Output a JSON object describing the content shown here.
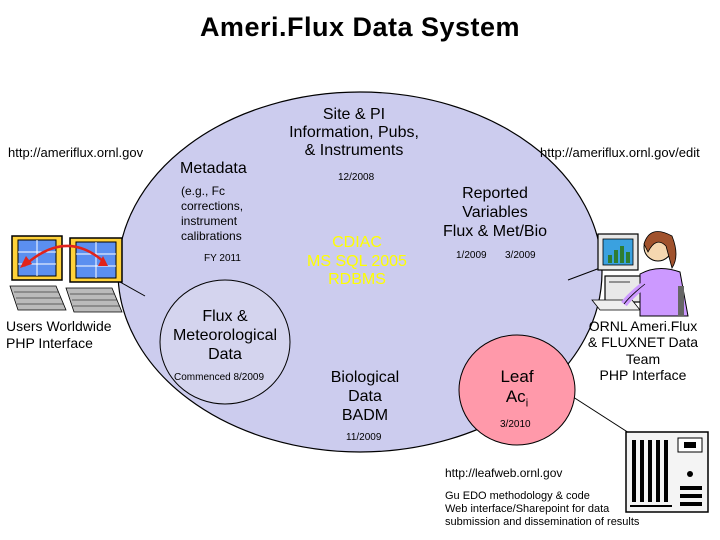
{
  "title": "Ameri.Flux Data System",
  "urls": {
    "left": "http://ameriflux.ornl.gov",
    "right": "http://ameriflux.ornl.gov/edit",
    "leafweb": "http://leafweb.ornl.gov"
  },
  "metadata": {
    "title": "Metadata",
    "desc": [
      "(e.g., Fc",
      "corrections,",
      "instrument",
      "calibrations"
    ],
    "date": "FY 2011"
  },
  "site_pi": {
    "lines": [
      "Site & PI",
      "Information, Pubs,",
      "& Instruments"
    ],
    "date": "12/2008"
  },
  "reported": {
    "lines": [
      "Reported",
      "Variables",
      "Flux & Met/Bio"
    ],
    "dates": [
      "1/2009",
      "3/2009"
    ]
  },
  "cdiac": {
    "lines": [
      "CDIAC",
      "MS SQL 2005",
      "RDBMS"
    ],
    "color": "#ffff00"
  },
  "flux_met": {
    "lines": [
      "Flux &",
      "Meteorological",
      "Data"
    ],
    "date": "Commenced 8/2009"
  },
  "biological": {
    "lines": [
      "Biological",
      "Data",
      "BADM"
    ],
    "date": "11/2009"
  },
  "leaf": {
    "line1": "Leaf",
    "line2_main": "Ac",
    "line2_sub": "i",
    "date": "3/2010",
    "color": "#ff99aa"
  },
  "users": {
    "lines": [
      "Users Worldwide",
      "PHP Interface"
    ]
  },
  "ornl": {
    "lines": [
      "ORNL Ameri.Flux",
      "& FLUXNET Data",
      "Team",
      "PHP Interface"
    ]
  },
  "gu_notes": [
    "Gu EDO methodology & code",
    "Web interface/Sharepoint for data",
    "submission and dissemination of results"
  ],
  "colors": {
    "main_ellipse": "#ccccee",
    "sub_ellipse": "#d4d4ee"
  },
  "icons": [
    "globe-workstation-icon",
    "person-computer-icon",
    "server-rack-icon"
  ]
}
